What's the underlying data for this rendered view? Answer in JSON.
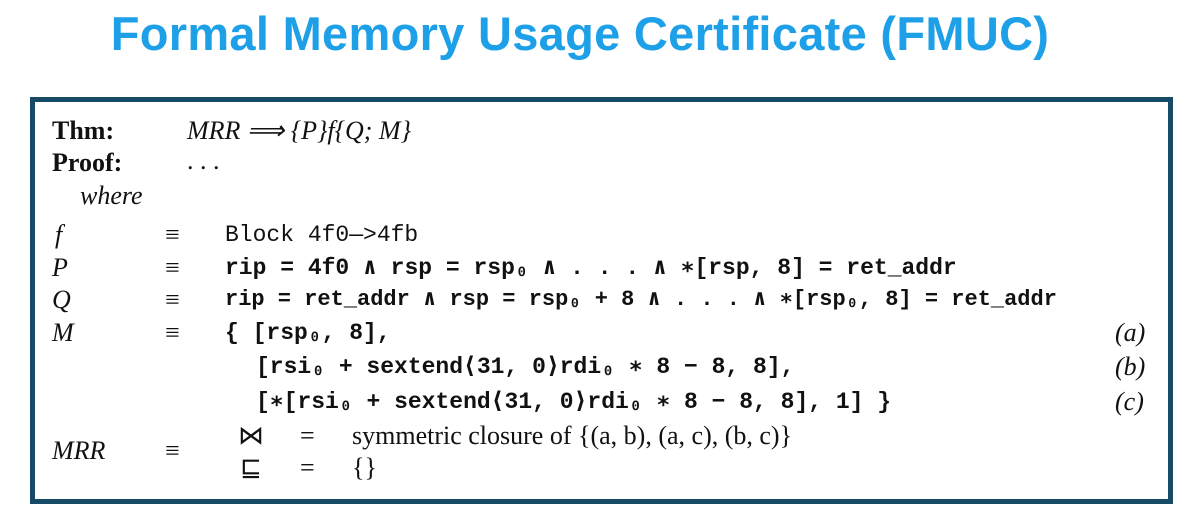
{
  "title": "Formal Memory Usage Certificate (FMUC)",
  "thm": {
    "label": "Thm:",
    "body": "MRR ⟹ {P}f{Q; M}"
  },
  "proof": {
    "label": "Proof:",
    "body": ". . ."
  },
  "where": "where",
  "equiv": "≡",
  "f": {
    "label": "f",
    "body": "Block 4f0—>4fb"
  },
  "p": {
    "label": "P",
    "body": "rip = 4f0 ∧ rsp = rsp₀ ∧ . . . ∧ ∗[rsp, 8] = ret_addr"
  },
  "q": {
    "label": "Q",
    "body": "rip = ret_addr ∧ rsp = rsp₀ + 8 ∧ . . . ∧ ∗[rsp₀, 8] = ret_addr"
  },
  "m": {
    "label": "M",
    "a": "{  [rsp₀, 8],",
    "b": "[rsi₀ + sextend⟨31, 0⟩rdi₀ ∗ 8 − 8, 8],",
    "c": "[∗[rsi₀ + sextend⟨31, 0⟩rdi₀ ∗ 8 − 8, 8], 1]  }",
    "tag_a": "(a)",
    "tag_b": "(b)",
    "tag_c": "(c)"
  },
  "mrr": {
    "label": "MRR",
    "alias_sym": "⋈",
    "alias_eq": "=",
    "alias_body": "symmetric closure of {(a, b), (a, c), (b, c)}",
    "sep_sym": "⊑",
    "sep_eq": "=",
    "sep_body": "{}"
  }
}
